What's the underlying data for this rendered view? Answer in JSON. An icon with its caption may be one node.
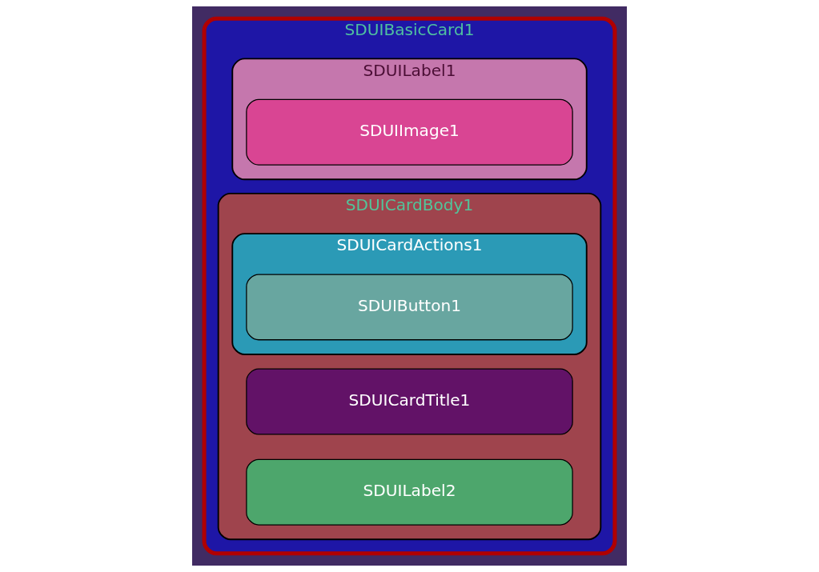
{
  "diagram": {
    "nodes": [
      {
        "text": [
          "SDUIBasicCard1"
        ]
      },
      {
        "text": [
          "SDUILabel1"
        ],
        "in": 0
      },
      {
        "text": [
          "SDUIImage1"
        ],
        "in": 1
      },
      {
        "text": [
          "SDUICardBody1"
        ],
        "in": 0
      },
      {
        "text": [
          "SDUICardTitle1"
        ],
        "in": 3
      },
      {
        "text": [
          "SDUILabel2"
        ],
        "in": 3
      },
      {
        "text": [
          "SDUICardActions1"
        ],
        "in": 3
      },
      {
        "text": [
          "SDUIButton1"
        ],
        "in": 6
      }
    ],
    "edges": []
  }
}
